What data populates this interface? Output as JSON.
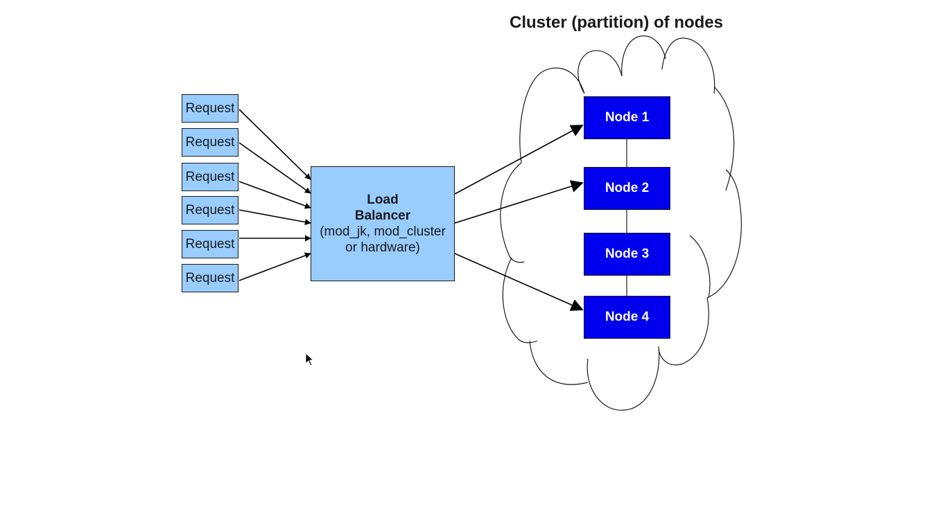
{
  "title": "Cluster (partition) of nodes",
  "requests": [
    "Request",
    "Request",
    "Request",
    "Request",
    "Request",
    "Request"
  ],
  "load_balancer": {
    "line1": "Load",
    "line2": "Balancer",
    "line3": "(mod_jk, mod_cluster",
    "line4": "or hardware)"
  },
  "nodes": [
    "Node 1",
    "Node 2",
    "Node 3",
    "Node 4"
  ],
  "colors": {
    "request_fill": "#99ccff",
    "node_fill": "#0000ee",
    "stroke": "#1a1a1a"
  }
}
